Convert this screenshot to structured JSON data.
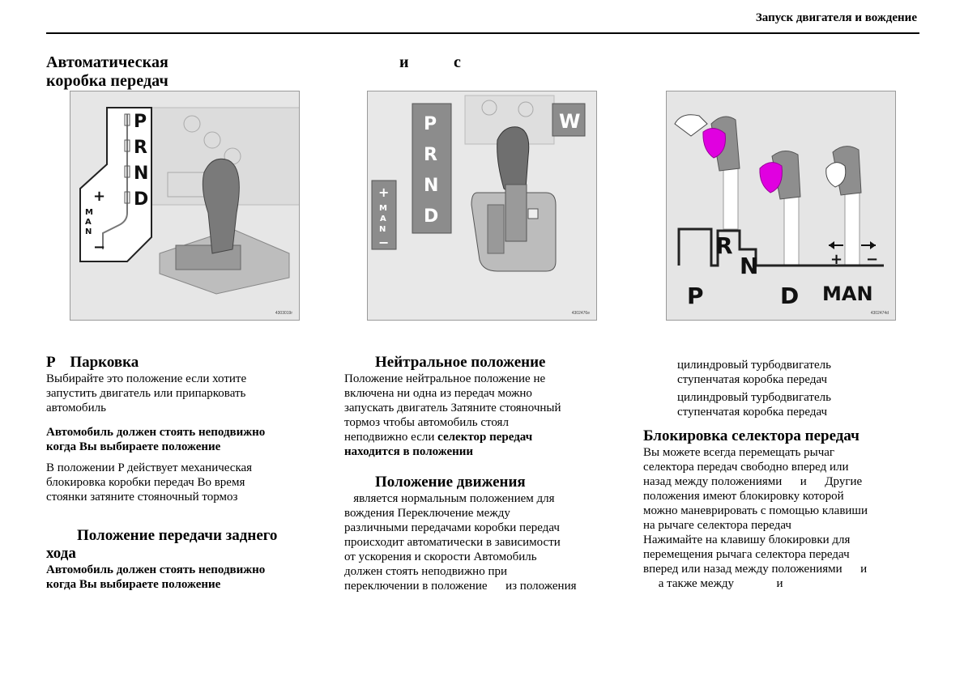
{
  "header": {
    "section_title": "Запуск двигателя и вождение"
  },
  "page_title": {
    "main": "Автоматическая коробка передач",
    "part2": "и",
    "part3": "с"
  },
  "figures": [
    {
      "code": "4303019r",
      "labels": [
        "P",
        "R",
        "N",
        "D",
        "+",
        "M",
        "A",
        "N",
        "−"
      ]
    },
    {
      "code": "4302476e",
      "gate_labels": [
        "P",
        "R",
        "N",
        "D"
      ],
      "man_labels": [
        "+",
        "M",
        "A",
        "N",
        "−"
      ],
      "badge": "W"
    },
    {
      "code": "4302474d",
      "labels": [
        "R",
        "N",
        "P",
        "D",
        "MAN",
        "+",
        "−"
      ]
    }
  ],
  "col1": {
    "park_letter": "P",
    "park_title": "Парковка",
    "park_text": [
      "Выбирайте это положение  если хотите",
      "запустить двигатель или припарковать",
      "автомобиль"
    ],
    "park_bold": [
      "Автомобиль должен стоять неподвижно",
      "когда Вы выбираете положение"
    ],
    "park_text2": [
      "В положении P действует механическая",
      "блокировка коробки передач  Во время",
      "стоянки затяните стояночный тормоз"
    ],
    "reverse_title_1": "Положение передачи заднего",
    "reverse_title_2": "хода",
    "reverse_bold": [
      "Автомобиль должен стоять неподвижно",
      "когда Вы выбираете положение"
    ]
  },
  "col2": {
    "neutral_title": "Нейтральное положение",
    "neutral_text": [
      "Положение       нейтральное положение  не",
      "включена ни одна из передач  можно",
      "запускать двигатель  Затяните стояночный",
      "тормоз  чтобы автомобиль стоял",
      "неподвижно  если"
    ],
    "neutral_bold_inline": "селектор передач",
    "neutral_bold": "находится в положении",
    "drive_title": "Положение движения",
    "drive_text": [
      "   является нормальным положением для",
      "вождения  Переключение между",
      "различными передачами коробки передач",
      "происходит автоматически  в зависимости",
      "от ускорения и скорости  Автомобиль",
      "должен стоять неподвижно при",
      "переключении в положение      из положения"
    ]
  },
  "col3": {
    "variants": [
      "цилиндровый турбодвигатель",
      "ступенчатая коробка передач",
      "цилиндровый турбодвигатель",
      "ступенчатая коробка передач"
    ],
    "lock_title": "Блокировка селектора передач",
    "lock_text": [
      "Вы можете всегда перемещать рычаг",
      "селектора передач свободно вперед или",
      "назад между положениями      и      Другие",
      "положения имеют блокировку  которой",
      "можно маневрировать с помощью клавиши",
      "на рычаге селектора передач",
      "Нажимайте на клавишу блокировки для",
      "перемещения рычага селектора передач",
      "вперед или назад между положениями      и",
      "     а также между              и"
    ]
  }
}
